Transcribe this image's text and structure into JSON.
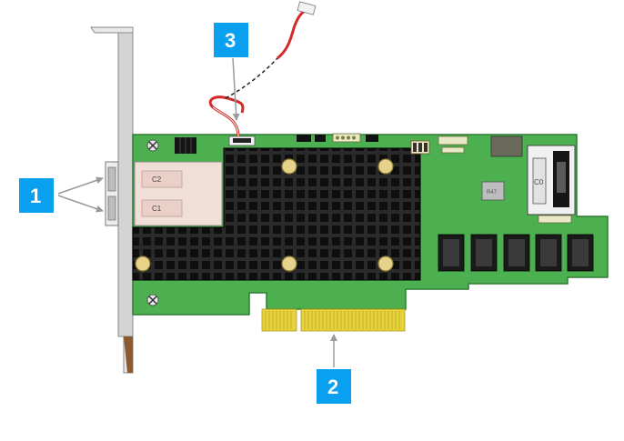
{
  "callouts": [
    {
      "id": "1",
      "label": "1"
    },
    {
      "id": "2",
      "label": "2"
    },
    {
      "id": "3",
      "label": "3"
    }
  ],
  "ports": {
    "c2": "C2",
    "c1": "C1",
    "c0": "C0"
  },
  "chip": {
    "marking": "R47"
  },
  "colors": {
    "callout": "#0aa0f0",
    "pcb": "#4caf50",
    "heatsink": "#141414",
    "bracket": "#d9d9d9",
    "gold": "#e6d23c",
    "cable": "#d42a2a"
  }
}
